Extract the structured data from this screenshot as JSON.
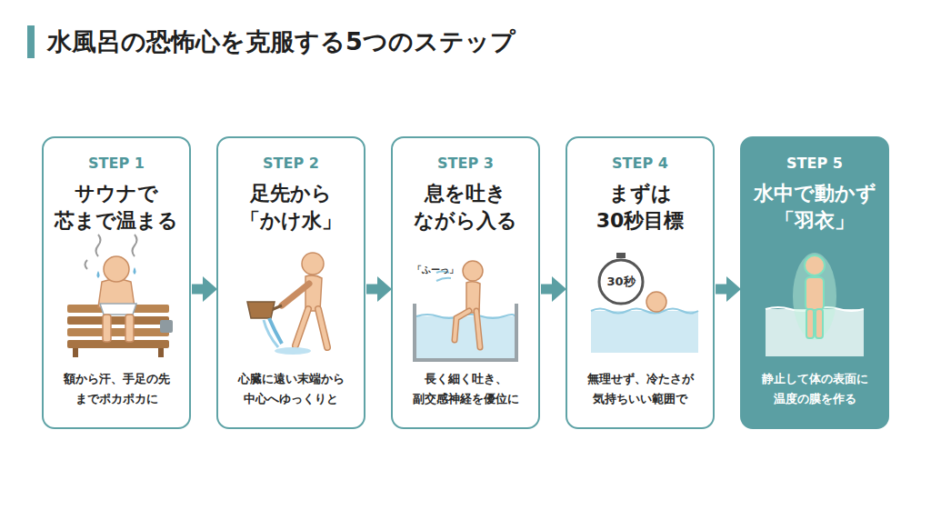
{
  "diagram": {
    "title": "水風呂の恐怖心を克服する5つのステップ",
    "nodes": [
      {
        "text": [
          "STEP 1",
          "サウナで 芯まで温まる",
          "額から汗、手足の先 までポカポカに"
        ]
      },
      {
        "text": [
          "STEP 2",
          "足先から 「かけ水」",
          "心臓に遠い末端から 中心へゆっくりと"
        ]
      },
      {
        "text": [
          "STEP 3",
          "息を吐き ながら入る",
          "長く細く吐き、 副交感神経を優位に"
        ]
      },
      {
        "text": [
          "STEP 4",
          "まずは 30秒目標",
          "無理せず、冷たさが 気持ちいい範囲で"
        ]
      },
      {
        "text": [
          "STEP 5",
          "水中で動かず 「羽衣」",
          "静止して体の表面に 温度の膜を作る"
        ]
      }
    ],
    "edges": [
      {
        "from": 0,
        "to": 1,
        "arrow": "to"
      },
      {
        "from": 1,
        "to": 2,
        "arrow": "to"
      },
      {
        "from": 2,
        "to": 3,
        "arrow": "to"
      },
      {
        "from": 3,
        "to": 4,
        "arrow": "to"
      }
    ],
    "labels": [
      "「ふーっ」",
      "30秒"
    ]
  }
}
